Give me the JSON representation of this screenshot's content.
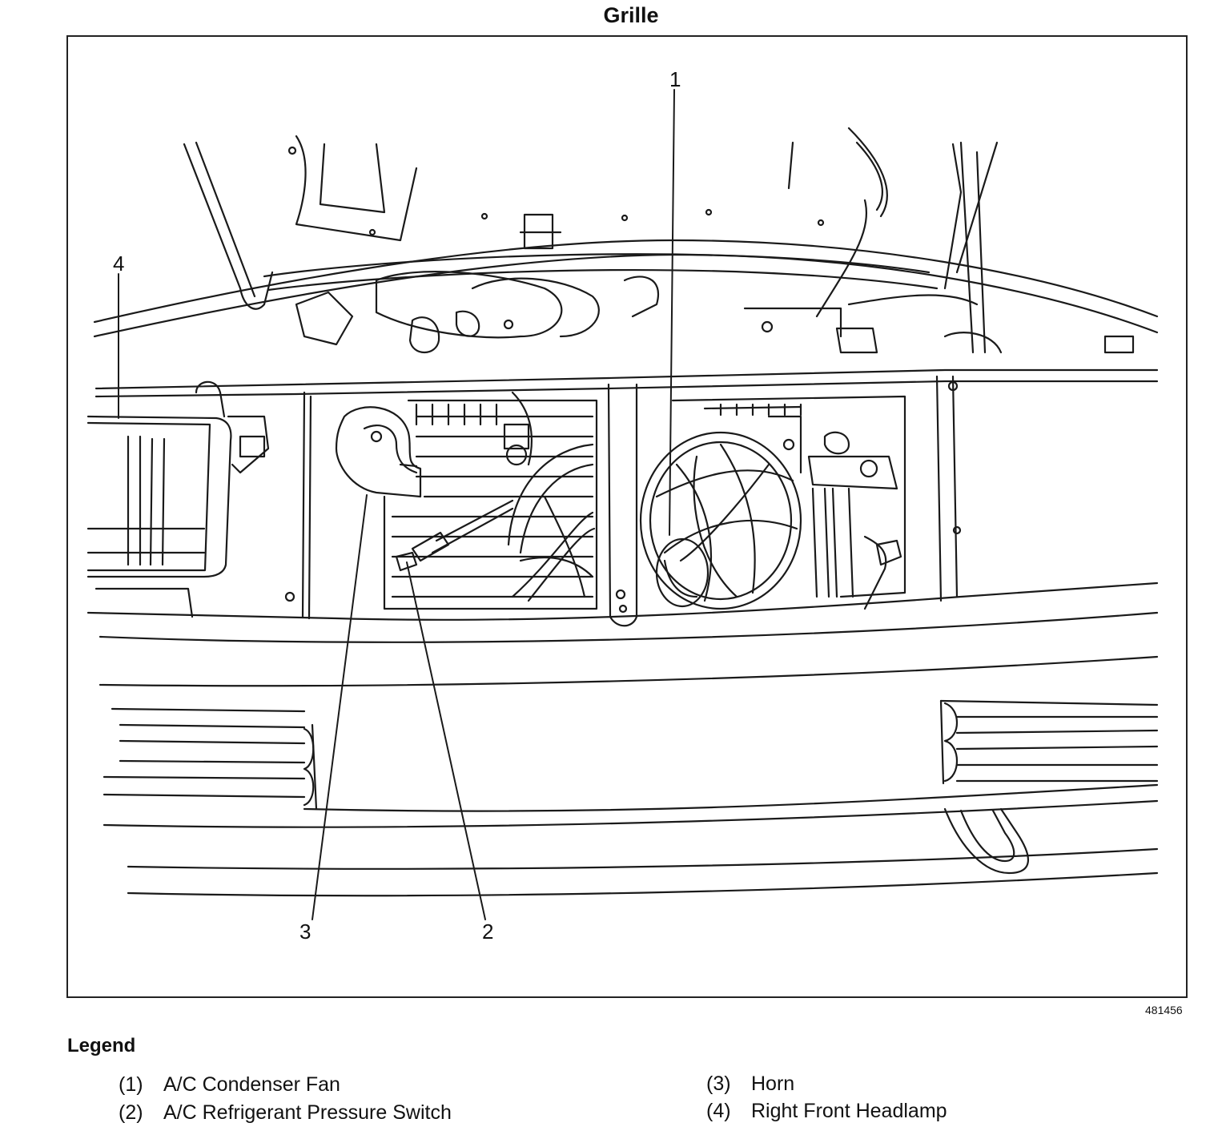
{
  "title": "Grille",
  "callouts": [
    "1",
    "2",
    "3",
    "4"
  ],
  "figure_number": "481456",
  "legend": {
    "heading": "Legend",
    "items": [
      {
        "num": "(1)",
        "text": "A/C Condenser Fan"
      },
      {
        "num": "(2)",
        "text": "A/C Refrigerant Pressure Switch"
      },
      {
        "num": "(3)",
        "text": "Horn"
      },
      {
        "num": "(4)",
        "text": "Right Front Headlamp"
      }
    ]
  }
}
